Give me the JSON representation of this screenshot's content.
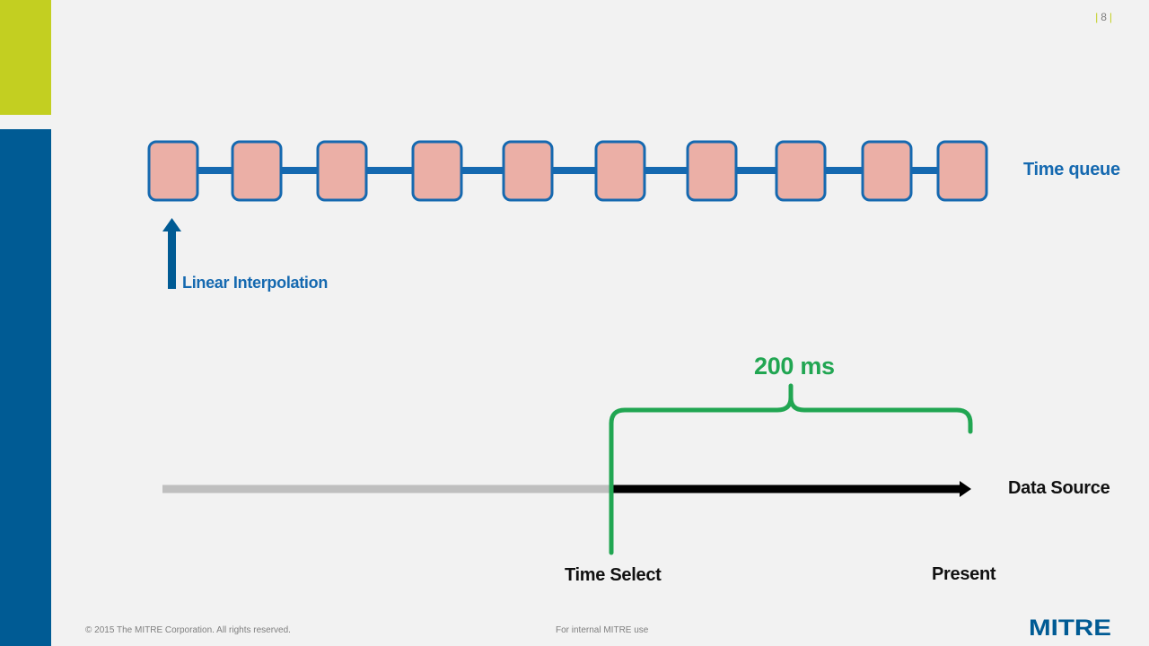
{
  "slide": {
    "page_number": "8",
    "colors": {
      "brand_blue": "#005b94",
      "accent_lime": "#c3cf21",
      "queue_line": "#1569b0",
      "queue_box_fill": "#ebafa6",
      "bracket_green": "#21a652",
      "past_line": "#bfbfbf",
      "present_line": "#000000"
    }
  },
  "diagram": {
    "time_queue_label": "Time queue",
    "queue_item_count": 10,
    "interpolation_label": "Linear Interpolation",
    "interval_label": "200 ms",
    "data_source_label": "Data Source",
    "time_select_label": "Time Select",
    "present_label": "Present"
  },
  "footer": {
    "copyright": "© 2015 The MITRE Corporation. All rights reserved.",
    "internal_use": "For internal MITRE use",
    "logo_text": "MITRE"
  }
}
